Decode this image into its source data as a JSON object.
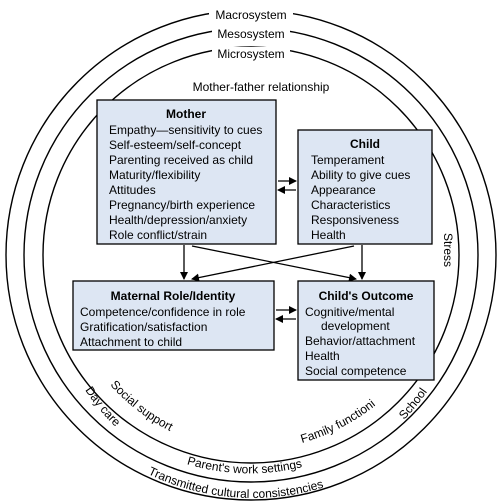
{
  "rings": {
    "macrosystem": "Macrosystem",
    "mesosystem": "Mesosystem",
    "microsystem": "Microsystem"
  },
  "context_labels": {
    "mother_father_relationship": "Mother-father relationship",
    "stress": "Stress",
    "social_support": "Social support",
    "family_functioning": "Family functioning",
    "day_care": "Day care",
    "school": "School",
    "parents_work_settings": "Parent's work settings",
    "transmitted_cultural_consistencies": "Transmitted cultural consistencies"
  },
  "boxes": {
    "mother": {
      "title": "Mother",
      "lines": [
        "Empathy—sensitivity to cues",
        "Self-esteem/self-concept",
        "Parenting received as child",
        "Maturity/flexibility",
        "Attitudes",
        "Pregnancy/birth experience",
        "Health/depression/anxiety",
        "Role conflict/strain"
      ]
    },
    "child": {
      "title": "Child",
      "lines": [
        "Temperament",
        "Ability to give cues",
        "Appearance",
        "Characteristics",
        "Responsiveness",
        "Health"
      ]
    },
    "maternal_role": {
      "title": "Maternal Role/Identity",
      "lines": [
        "Competence/confidence in role",
        "Gratification/satisfaction",
        "Attachment to child"
      ]
    },
    "child_outcome": {
      "title": "Child's Outcome",
      "lines": [
        "Cognitive/mental",
        "development",
        "Behavior/attachment",
        "Health",
        "Social competence"
      ]
    }
  },
  "colors": {
    "box_fill": "#dde6f3",
    "line": "#000000"
  }
}
